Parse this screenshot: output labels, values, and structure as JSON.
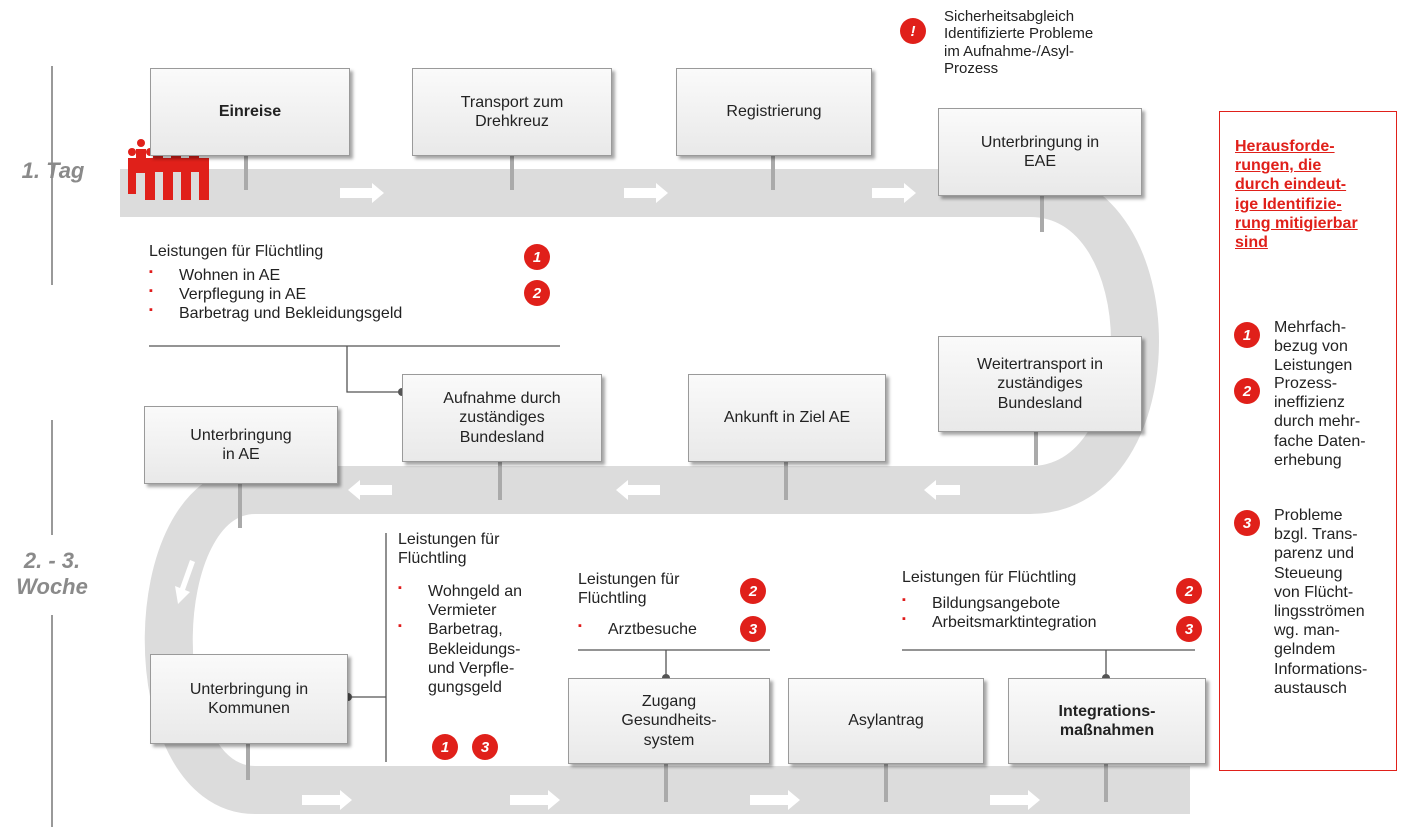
{
  "days": {
    "day1": "1. Tag",
    "weeks": "2. - 3.\nWoche"
  },
  "boxes": {
    "einreise": "Einreise",
    "transport": "Transport zum\nDrehkreuz",
    "registrierung": "Registrierung",
    "unterbringung_eae": "Unterbringung in\nEAE",
    "weitertransport": "Weitertransport in\nzuständiges\nBundesland",
    "ankunft": "Ankunft in Ziel AE",
    "aufnahme": "Aufnahme durch\nzuständiges\nBundesland",
    "unterbringung_ae": "Unterbringung\nin AE",
    "unterbringung_kommunen": "Unterbringung in\nKommunen",
    "zugang": "Zugang\nGesundheits-\nsystem",
    "asylantrag": "Asylantrag",
    "integration": "Integrations-\nmaßnahmen"
  },
  "security_note": "Sicherheitsabgleich\nIdentifizierte Probleme\nim Aufnahme-/Asyl-\nProzess",
  "leistungen_ae": {
    "heading": "Leistungen für Flüchtling",
    "items": [
      "Wohnen in AE",
      "Verpflegung in AE",
      "Barbetrag und Bekleidungsgeld"
    ]
  },
  "leistungen_kommunen": {
    "heading": "Leistungen für\nFlüchtling",
    "items": [
      "Wohngeld an\nVermieter",
      "Barbetrag,\nBekleidungs-\nund Verpfle-\ngungsgeld"
    ]
  },
  "leistungen_gesundheit": {
    "heading": "Leistungen für\nFlüchtling",
    "items": [
      "Arztbesuche"
    ]
  },
  "leistungen_integration": {
    "heading": "Leistungen für Flüchtling",
    "items": [
      "Bildungsangebote",
      "Arbeitsmarktintegration"
    ]
  },
  "icons": {
    "i1": "1",
    "i2": "2",
    "i3": "3",
    "security": "!"
  },
  "sidebar": {
    "heading": "Herausforde-\nrungen, die\ndurch eindeut-\nige Identifizie-\nrung mitigierbar\nsind",
    "items": [
      "Mehrfach-\nbezug von\nLeistungen",
      "Prozess-\nineffizienz\ndurch mehr-\nfache Daten-\nerhebung",
      "Probleme\nbzgl. Trans-\nparenz und\nSteueung\nvon Flücht-\nlingsströmen\nwg. man-\ngelndem\nInformations-\naustausch"
    ]
  },
  "colors": {
    "accent": "#e0201a",
    "road": "#dcdcdc",
    "day_label": "#8a8a8a"
  }
}
